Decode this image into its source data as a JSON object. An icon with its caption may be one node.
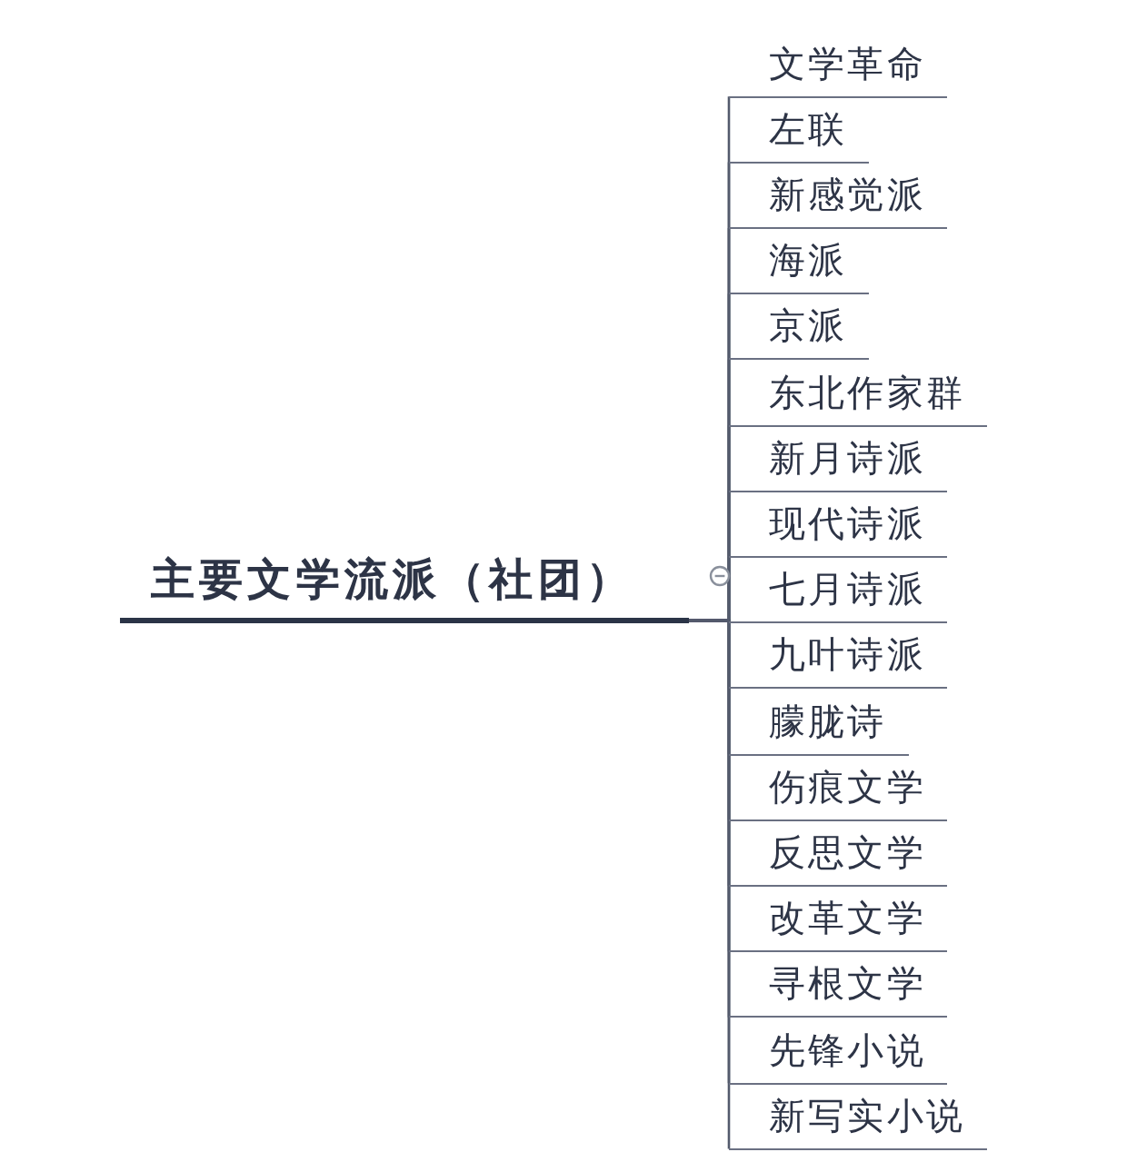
{
  "diagram": {
    "nodes": [
      {
        "text": [
          "主要文学流派（社团）"
        ]
      },
      {
        "text": [
          "文学革命"
        ]
      },
      {
        "text": [
          "左联"
        ]
      },
      {
        "text": [
          "新感觉派"
        ]
      },
      {
        "text": [
          "海派"
        ]
      },
      {
        "text": [
          "京派"
        ]
      },
      {
        "text": [
          "东北作家群"
        ]
      },
      {
        "text": [
          "新月诗派"
        ]
      },
      {
        "text": [
          "现代诗派"
        ]
      },
      {
        "text": [
          "七月诗派"
        ]
      },
      {
        "text": [
          "九叶诗派"
        ]
      },
      {
        "text": [
          "朦胧诗"
        ]
      },
      {
        "text": [
          "伤痕文学"
        ]
      },
      {
        "text": [
          "反思文学"
        ]
      },
      {
        "text": [
          "改革文学"
        ]
      },
      {
        "text": [
          "寻根文学"
        ]
      },
      {
        "text": [
          "先锋小说"
        ]
      },
      {
        "text": [
          "新写实小说"
        ]
      }
    ],
    "edges": [
      {
        "from": 0,
        "to": 1,
        "arrow": "none"
      },
      {
        "from": 0,
        "to": 2,
        "arrow": "none"
      },
      {
        "from": 0,
        "to": 3,
        "arrow": "none"
      },
      {
        "from": 0,
        "to": 4,
        "arrow": "none"
      },
      {
        "from": 0,
        "to": 5,
        "arrow": "none"
      },
      {
        "from": 0,
        "to": 6,
        "arrow": "none"
      },
      {
        "from": 0,
        "to": 7,
        "arrow": "none"
      },
      {
        "from": 0,
        "to": 8,
        "arrow": "none"
      },
      {
        "from": 0,
        "to": 9,
        "arrow": "none"
      },
      {
        "from": 0,
        "to": 10,
        "arrow": "none"
      },
      {
        "from": 0,
        "to": 11,
        "arrow": "none"
      },
      {
        "from": 0,
        "to": 12,
        "arrow": "none"
      },
      {
        "from": 0,
        "to": 13,
        "arrow": "none"
      },
      {
        "from": 0,
        "to": 14,
        "arrow": "none"
      },
      {
        "from": 0,
        "to": 15,
        "arrow": "none"
      },
      {
        "from": 0,
        "to": 16,
        "arrow": "none"
      },
      {
        "from": 0,
        "to": 17,
        "arrow": "none"
      }
    ]
  }
}
